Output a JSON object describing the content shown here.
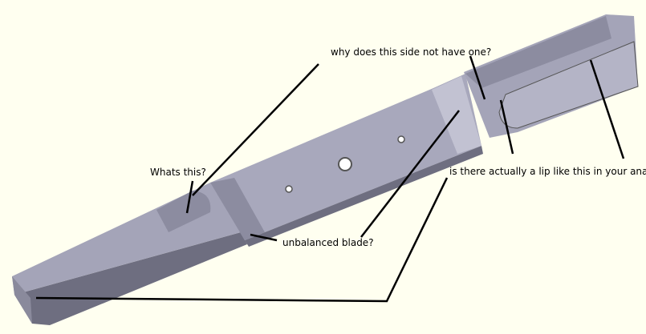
{
  "annotations": {
    "whats_this": "Whats this?",
    "why_side": "why does this side not have one?",
    "lip": "is there actually a lip like this in your analysis?",
    "unbalanced": "unbalanced blade?"
  },
  "colors": {
    "background": "#fffff0",
    "blade_top": "#a4a4b8",
    "blade_front": "#6e6e80",
    "blade_light": "#c2c2d2",
    "annotation_line": "#000000"
  }
}
